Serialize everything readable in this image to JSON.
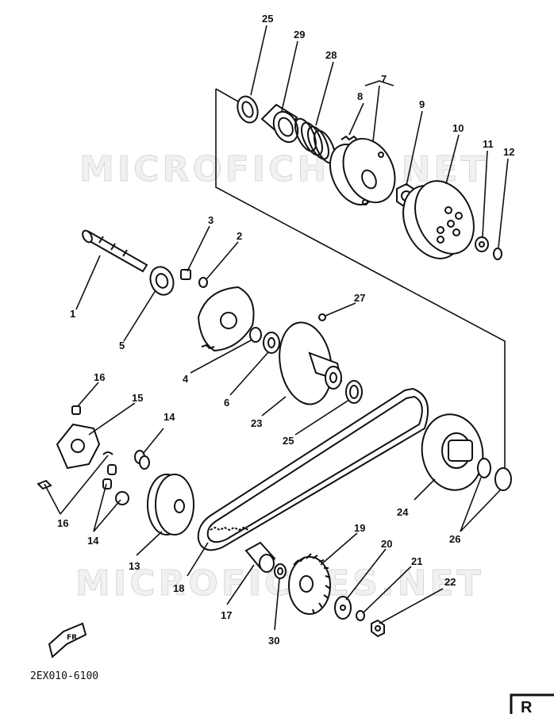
{
  "watermark": "MICROFICHES.NET",
  "diagram_code": "2EX010-6100",
  "fr_arrow_label": "FR",
  "page_tag": "R",
  "callouts": {
    "c1": "1",
    "c2": "2",
    "c3": "3",
    "c4": "4",
    "c5": "5",
    "c6": "6",
    "c7": "7",
    "c8": "8",
    "c9": "9",
    "c10": "10",
    "c11": "11",
    "c12": "12",
    "c13": "13",
    "c14a": "14",
    "c14b": "14",
    "c15": "15",
    "c16a": "16",
    "c16b": "16",
    "c17": "17",
    "c18": "18",
    "c19": "19",
    "c20": "20",
    "c21": "21",
    "c22": "22",
    "c23": "23",
    "c24": "24",
    "c25a": "25",
    "c25b": "25",
    "c26": "26",
    "c27": "27",
    "c28": "28",
    "c29": "29",
    "c30": "30"
  }
}
